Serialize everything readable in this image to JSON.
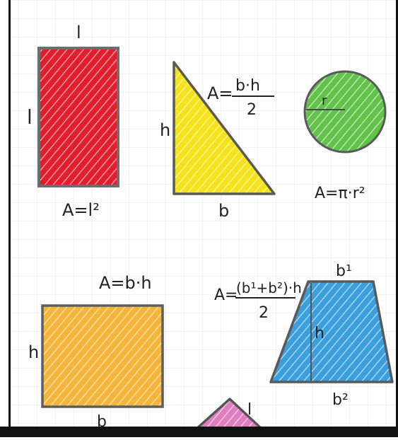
{
  "shapes": {
    "square": {
      "side_top": "l",
      "side_left": "l",
      "formula": "A=l²",
      "color": "#e31e2c"
    },
    "triangle": {
      "height_label": "h",
      "base_label": "b",
      "formula_lhs": "A=",
      "formula_numerator": "b·h",
      "formula_denominator": "2",
      "color": "#f4e21a"
    },
    "circle": {
      "radius_label": "r",
      "formula": "A=π·r²",
      "color": "#62c24a"
    },
    "rectangle": {
      "height_label": "h",
      "base_label": "b",
      "formula": "A=b·h",
      "color": "#f5b53a"
    },
    "trapezoid": {
      "top_label": "b¹",
      "bottom_label": "b²",
      "height_label": "h",
      "formula_lhs": "A=",
      "formula_numerator": "(b¹+b²)·h",
      "formula_denominator": "2",
      "color": "#3a9fdc"
    },
    "rhombus_partial": {
      "side_label": "l",
      "color": "#e07fc0"
    }
  }
}
